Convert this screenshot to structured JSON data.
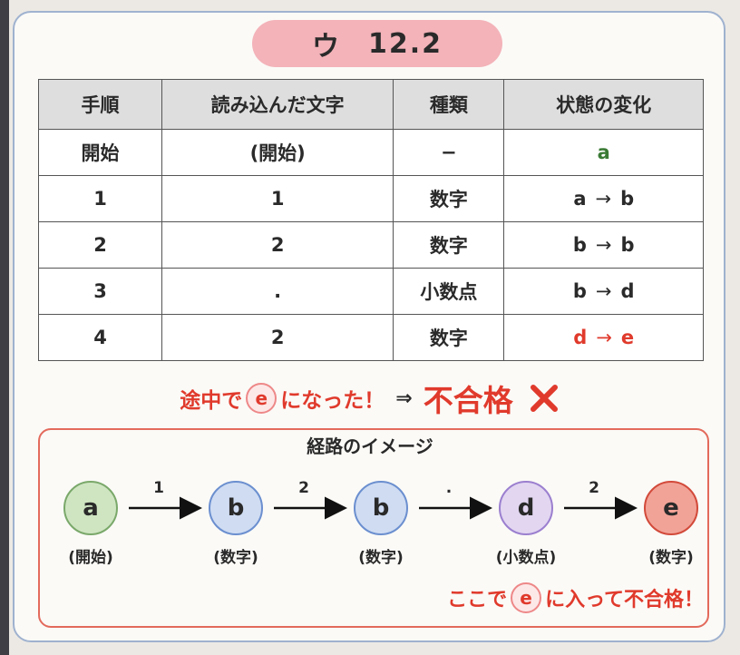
{
  "title": {
    "left": "ウ",
    "right": "12.2"
  },
  "table": {
    "headers": [
      "手順",
      "読み込んだ文字",
      "種類",
      "状態の変化"
    ],
    "rows": [
      {
        "step": "開始",
        "char": "(開始)",
        "kind": "−",
        "from": "a",
        "to": ""
      },
      {
        "step": "1",
        "char": "1",
        "kind": "数字",
        "from": "a",
        "to": "b"
      },
      {
        "step": "2",
        "char": "2",
        "kind": "数字",
        "from": "b",
        "to": "b"
      },
      {
        "step": "3",
        "char": ".",
        "kind": "小数点",
        "from": "b",
        "to": "d"
      },
      {
        "step": "4",
        "char": "2",
        "kind": "数字",
        "from": "d",
        "to": "e"
      }
    ],
    "arrow": "→"
  },
  "result": {
    "pre": "途中で",
    "state": "e",
    "post": "になった！",
    "implies": "⇒",
    "verdict": "不合格"
  },
  "route": {
    "title": "経路のイメージ",
    "nodes": [
      {
        "state": "a",
        "label": "(開始)"
      },
      {
        "state": "b",
        "label": "(数字)"
      },
      {
        "state": "b",
        "label": "(数字)"
      },
      {
        "state": "d",
        "label": "(小数点)"
      },
      {
        "state": "e",
        "label": "(数字)"
      }
    ],
    "edges": [
      "1",
      "2",
      ".",
      "2"
    ],
    "final_pre": "ここで",
    "final_state": "e",
    "final_post": "に入って不合格！"
  },
  "colors": {
    "start": "#3a7a34",
    "reject": "#e03a2c",
    "title_pill": "#f3b3b9"
  }
}
